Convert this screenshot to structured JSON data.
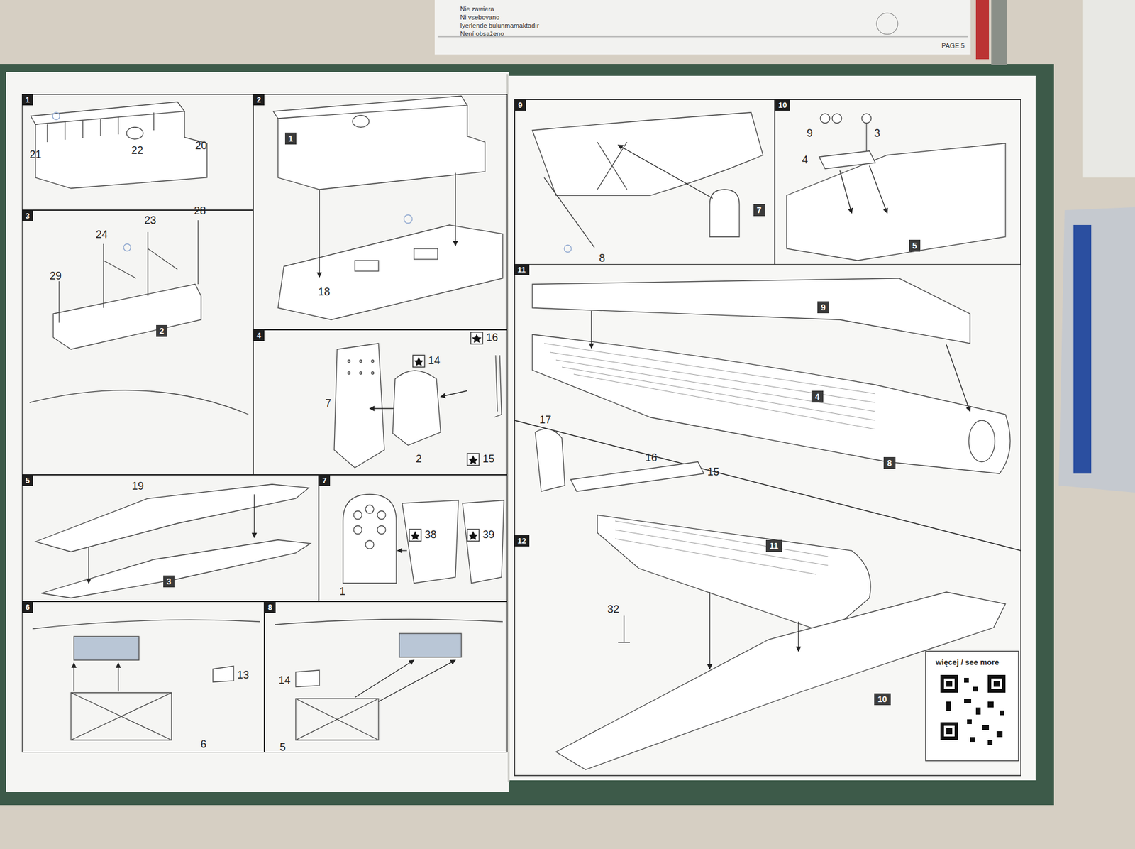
{
  "diagram": {
    "nodes": [
      {
        "text": [
          "1"
        ]
      },
      {
        "text": [
          "2"
        ]
      },
      {
        "text": [
          "1"
        ],
        "in": 1
      },
      {
        "text": [
          "3"
        ]
      },
      {
        "text": [
          "2"
        ],
        "in": 3
      },
      {
        "text": [
          "4"
        ]
      },
      {
        "text": [
          "5"
        ]
      },
      {
        "text": [
          "3"
        ],
        "in": 6
      },
      {
        "text": [
          "7"
        ]
      },
      {
        "text": [
          "6"
        ]
      },
      {
        "text": [
          "8"
        ]
      },
      {
        "text": [
          "9"
        ]
      },
      {
        "text": [
          "7"
        ],
        "in": 11
      },
      {
        "text": [
          "10"
        ]
      },
      {
        "text": [
          "5"
        ],
        "in": 13
      },
      {
        "text": [
          "11"
        ]
      },
      {
        "text": [
          "9"
        ],
        "in": 15
      },
      {
        "text": [
          "4"
        ],
        "in": 15
      },
      {
        "text": [
          "8"
        ],
        "in": 15
      },
      {
        "text": [
          "12"
        ]
      },
      {
        "text": [
          "11"
        ],
        "in": 19
      },
      {
        "text": [
          "10"
        ],
        "in": 19
      }
    ],
    "labels": [
      "Nie zawiera",
      "Ni vsebovano",
      "Iyerlende bulunmamaktadır",
      "Není obsaženo",
      "PAGE 5",
      "21",
      "22",
      "20",
      "18",
      "24",
      "23",
      "28",
      "29",
      "16",
      "14",
      "7",
      "2",
      "15",
      "19",
      "1",
      "38",
      "39",
      "13",
      "6",
      "14",
      "5",
      "8",
      "9",
      "3",
      "4",
      "17",
      "16",
      "15",
      "32",
      "więcej / see more"
    ]
  }
}
